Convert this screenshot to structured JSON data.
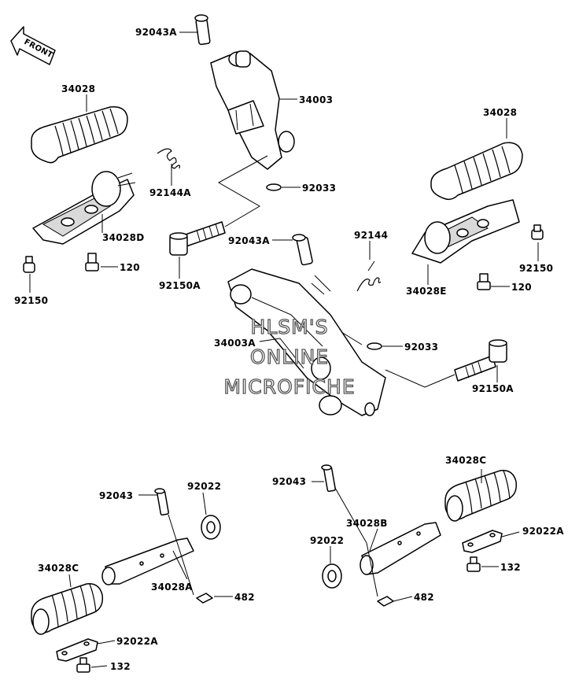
{
  "front_label": "FRONT",
  "watermark": [
    "HLSM'S",
    "ONLINE",
    "MICROFICHE"
  ],
  "labels": {
    "l92043A_top": "92043A",
    "l34003": "34003",
    "l34028_left": "34028",
    "l92144A": "92144A",
    "l92033_top": "92033",
    "l34028D": "34028D",
    "l120_left": "120",
    "l92150_left": "92150",
    "l92150A_left": "92150A",
    "l92043A_mid": "92043A",
    "l92144": "92144",
    "l34028_right": "34028",
    "l92150_right": "92150",
    "l34028E": "34028E",
    "l120_right": "120",
    "l34003A": "34003A",
    "l92033_mid": "92033",
    "l92150A_right": "92150A",
    "l92043_left": "92043",
    "l92022_left": "92022",
    "l34028C_left": "34028C",
    "l34028A": "34028A",
    "l482_left": "482",
    "l92022A_left": "92022A",
    "l132_left": "132",
    "l92043_right": "92043",
    "l34028C_right": "34028C",
    "l34028B": "34028B",
    "l92022_right": "92022",
    "l92022A_right": "92022A",
    "l132_right": "132",
    "l482_right": "482"
  }
}
